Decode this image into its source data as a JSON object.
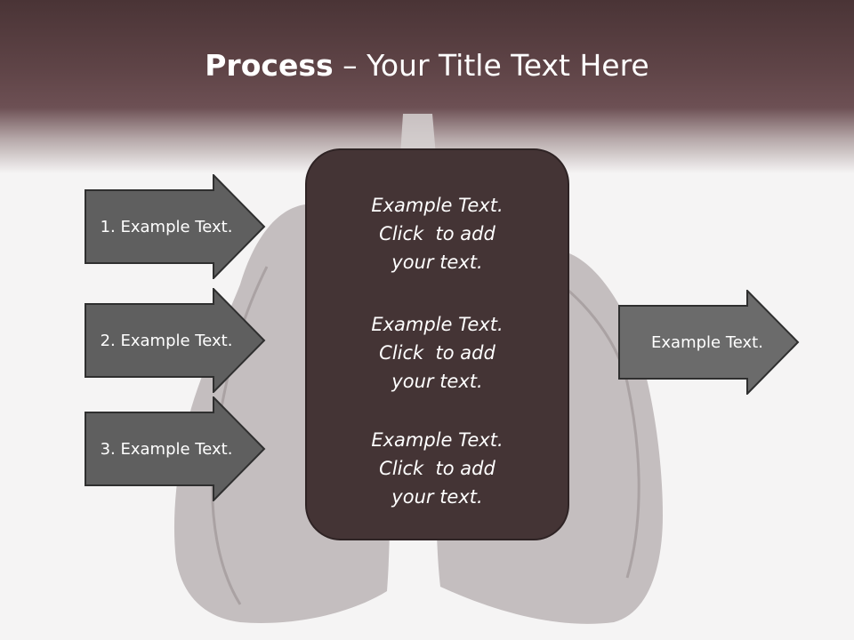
{
  "title": {
    "bold": "Process",
    "rest": " – Your Title Text Here"
  },
  "left_arrows": [
    {
      "label": "1. Example Text."
    },
    {
      "label": "2. Example Text."
    },
    {
      "label": "3. Example Text."
    }
  ],
  "right_arrow": {
    "label": "Example Text."
  },
  "center_blocks": [
    {
      "lines": [
        "Example Text.",
        "Click  to add",
        "your text."
      ]
    },
    {
      "lines": [
        "Example Text.",
        "Click  to add",
        "your text."
      ]
    },
    {
      "lines": [
        "Example Text.",
        "Click  to add",
        "your text."
      ]
    }
  ],
  "colors": {
    "header": "#5f4447",
    "arrow_fill": "#5f5f5f",
    "right_arrow_fill": "#6b6b6b",
    "arrow_stroke": "#2f2f2f",
    "center_box": "#443435",
    "lungs": "#c9c4c4"
  },
  "background_image": "lungs-illustration"
}
